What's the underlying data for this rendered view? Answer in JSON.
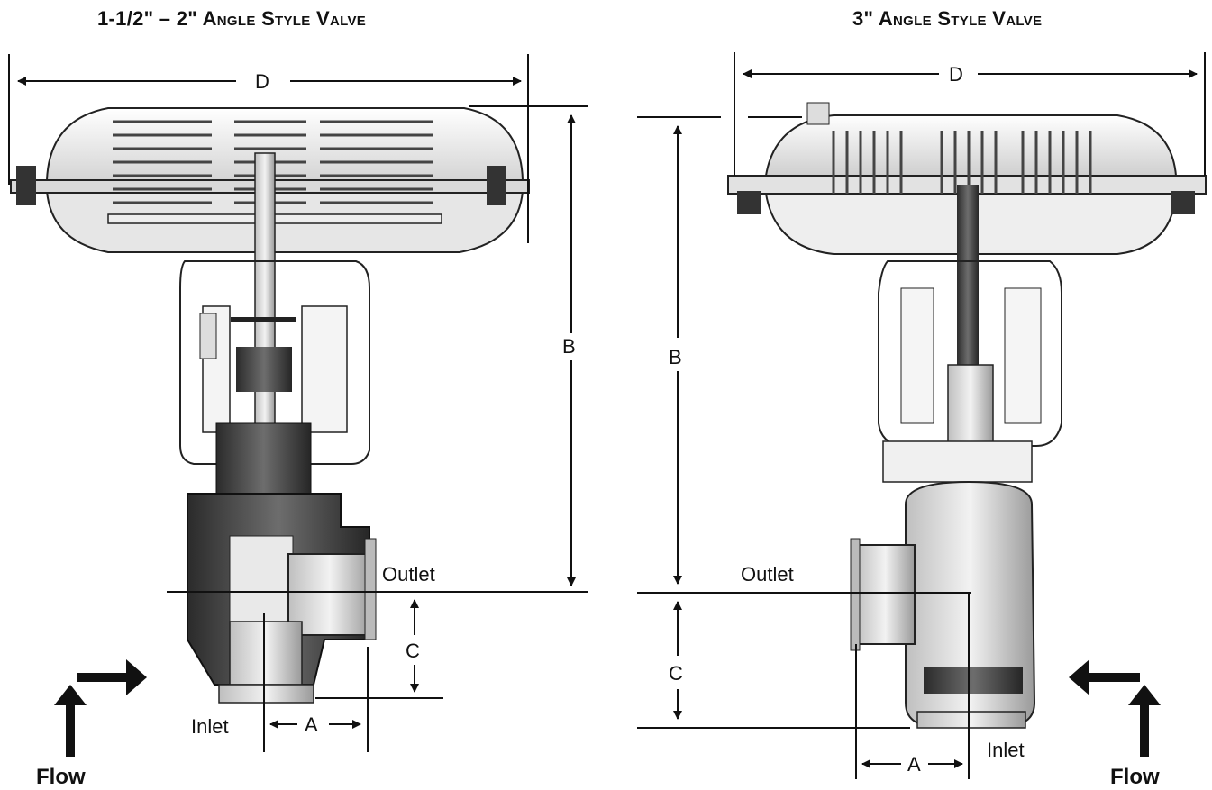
{
  "titles": {
    "left": "1-1/2\" – 2\" Angle Style Valve",
    "right": "3\" Angle Style Valve"
  },
  "left_valve": {
    "dimensions": {
      "d": "D",
      "b": "B",
      "c": "C",
      "a": "A"
    },
    "ports": {
      "outlet": "Outlet",
      "inlet": "Inlet"
    },
    "flow": "Flow"
  },
  "right_valve": {
    "dimensions": {
      "d": "D",
      "b": "B",
      "c": "C",
      "a": "A"
    },
    "ports": {
      "outlet": "Outlet",
      "inlet": "Inlet"
    },
    "flow": "Flow"
  }
}
